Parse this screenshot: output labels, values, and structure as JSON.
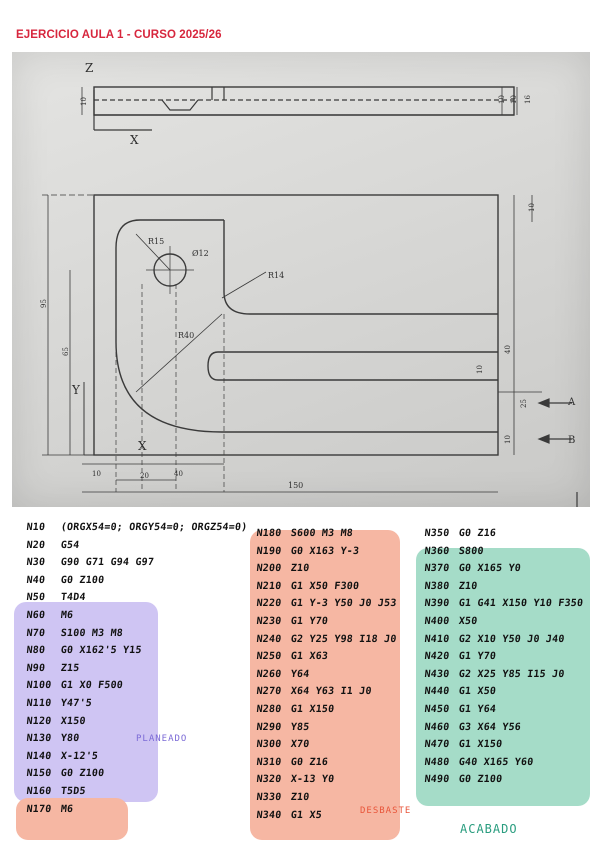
{
  "title": "EJERCICIO AULA 1 - CURSO 2025/26",
  "drawing": {
    "axis_z": "Z",
    "axis_x_top": "X",
    "axis_y": "Y",
    "axis_x_bottom": "X",
    "r15": "R15",
    "d12": "Ø12",
    "r14": "R14",
    "r40": "R40",
    "dim_10_top": "10",
    "dim_10_top_right": "10",
    "dim_10_right2": "10",
    "dim_16": "16",
    "dim_10_right_mid": "10",
    "dim_40_right": "40",
    "dim_10_slot": "10",
    "dim_25": "25",
    "dim_10_bottom_right": "10",
    "dim_95": "95",
    "dim_65": "65",
    "dim_10_left": "10",
    "dim_20": "20",
    "dim_40_bottom": "40",
    "dim_150": "150",
    "view_a": "A",
    "view_b": "B"
  },
  "cols": [
    {
      "lines": [
        {
          "n": "N10",
          "t": "(ORGX54=0; ORGY54=0; ORGZ54=0)"
        },
        {
          "n": "N20",
          "t": "G54"
        },
        {
          "n": "N30",
          "t": "G90 G71 G94 G97"
        },
        {
          "n": "N40",
          "t": "G0 Z100"
        },
        {
          "n": "N50",
          "t": "T4D4"
        },
        {
          "n": "N60",
          "t": "M6"
        },
        {
          "n": "N70",
          "t": "S100 M3 M8"
        },
        {
          "n": "N80",
          "t": "G0 X162'5 Y15"
        },
        {
          "n": "N90",
          "t": "Z15"
        },
        {
          "n": "N100",
          "t": "G1 X0 F500"
        },
        {
          "n": "N110",
          "t": "Y47'5"
        },
        {
          "n": "N120",
          "t": "X150"
        },
        {
          "n": "N130",
          "t": "Y80"
        },
        {
          "n": "N140",
          "t": "X-12'5"
        },
        {
          "n": "N150",
          "t": "G0 Z100"
        },
        {
          "n": "N160",
          "t": "T5D5"
        },
        {
          "n": "N170",
          "t": "M6"
        }
      ]
    },
    {
      "lines": [
        {
          "n": "N180",
          "t": "S600 M3 M8"
        },
        {
          "n": "N190",
          "t": "G0 X163 Y-3"
        },
        {
          "n": "N200",
          "t": "Z10"
        },
        {
          "n": "N210",
          "t": "G1 X50 F300"
        },
        {
          "n": "N220",
          "t": "G1 Y-3 Y50 J0 J53"
        },
        {
          "n": "N230",
          "t": "G1 Y70"
        },
        {
          "n": "N240",
          "t": "G2 Y25 Y98 I18 J0"
        },
        {
          "n": "N250",
          "t": "G1 X63"
        },
        {
          "n": "N260",
          "t": "Y64"
        },
        {
          "n": "N270",
          "t": "X64 Y63 I1 J0"
        },
        {
          "n": "N280",
          "t": "G1 X150"
        },
        {
          "n": "N290",
          "t": "Y85"
        },
        {
          "n": "N300",
          "t": "X70"
        },
        {
          "n": "N310",
          "t": "G0 Z16"
        },
        {
          "n": "N320",
          "t": "X-13 Y0"
        },
        {
          "n": "N330",
          "t": "Z10"
        },
        {
          "n": "N340",
          "t": "G1 X5"
        }
      ]
    },
    {
      "lines": [
        {
          "n": "N350",
          "t": "G0 Z16"
        },
        {
          "n": "N360",
          "t": "S800"
        },
        {
          "n": "N370",
          "t": "G0 X165 Y0"
        },
        {
          "n": "N380",
          "t": "Z10"
        },
        {
          "n": "N390",
          "t": "G1 G41 X150 Y10 F350"
        },
        {
          "n": "N400",
          "t": "X50"
        },
        {
          "n": "N410",
          "t": "G2 X10 Y50 J0 J40"
        },
        {
          "n": "N420",
          "t": "G1 Y70"
        },
        {
          "n": "N430",
          "t": "G2 X25 Y85 I15 J0"
        },
        {
          "n": "N440",
          "t": "G1 X50"
        },
        {
          "n": "N450",
          "t": "G1 Y64"
        },
        {
          "n": "N460",
          "t": "G3 X64 Y56"
        },
        {
          "n": "N470",
          "t": "G1 X150"
        },
        {
          "n": "N480",
          "t": "G40 X165 Y60"
        },
        {
          "n": "N490",
          "t": "G0 Z100"
        }
      ]
    }
  ],
  "labels": {
    "planeado": "PLANEADO",
    "desbaste": "DESBASTE",
    "acabado": "ACABADO"
  },
  "colors": {
    "title": "#d7263d",
    "planeado": "#cfc5f3",
    "desbaste": "#f6b7a3",
    "acabado": "#a5dcc8"
  }
}
